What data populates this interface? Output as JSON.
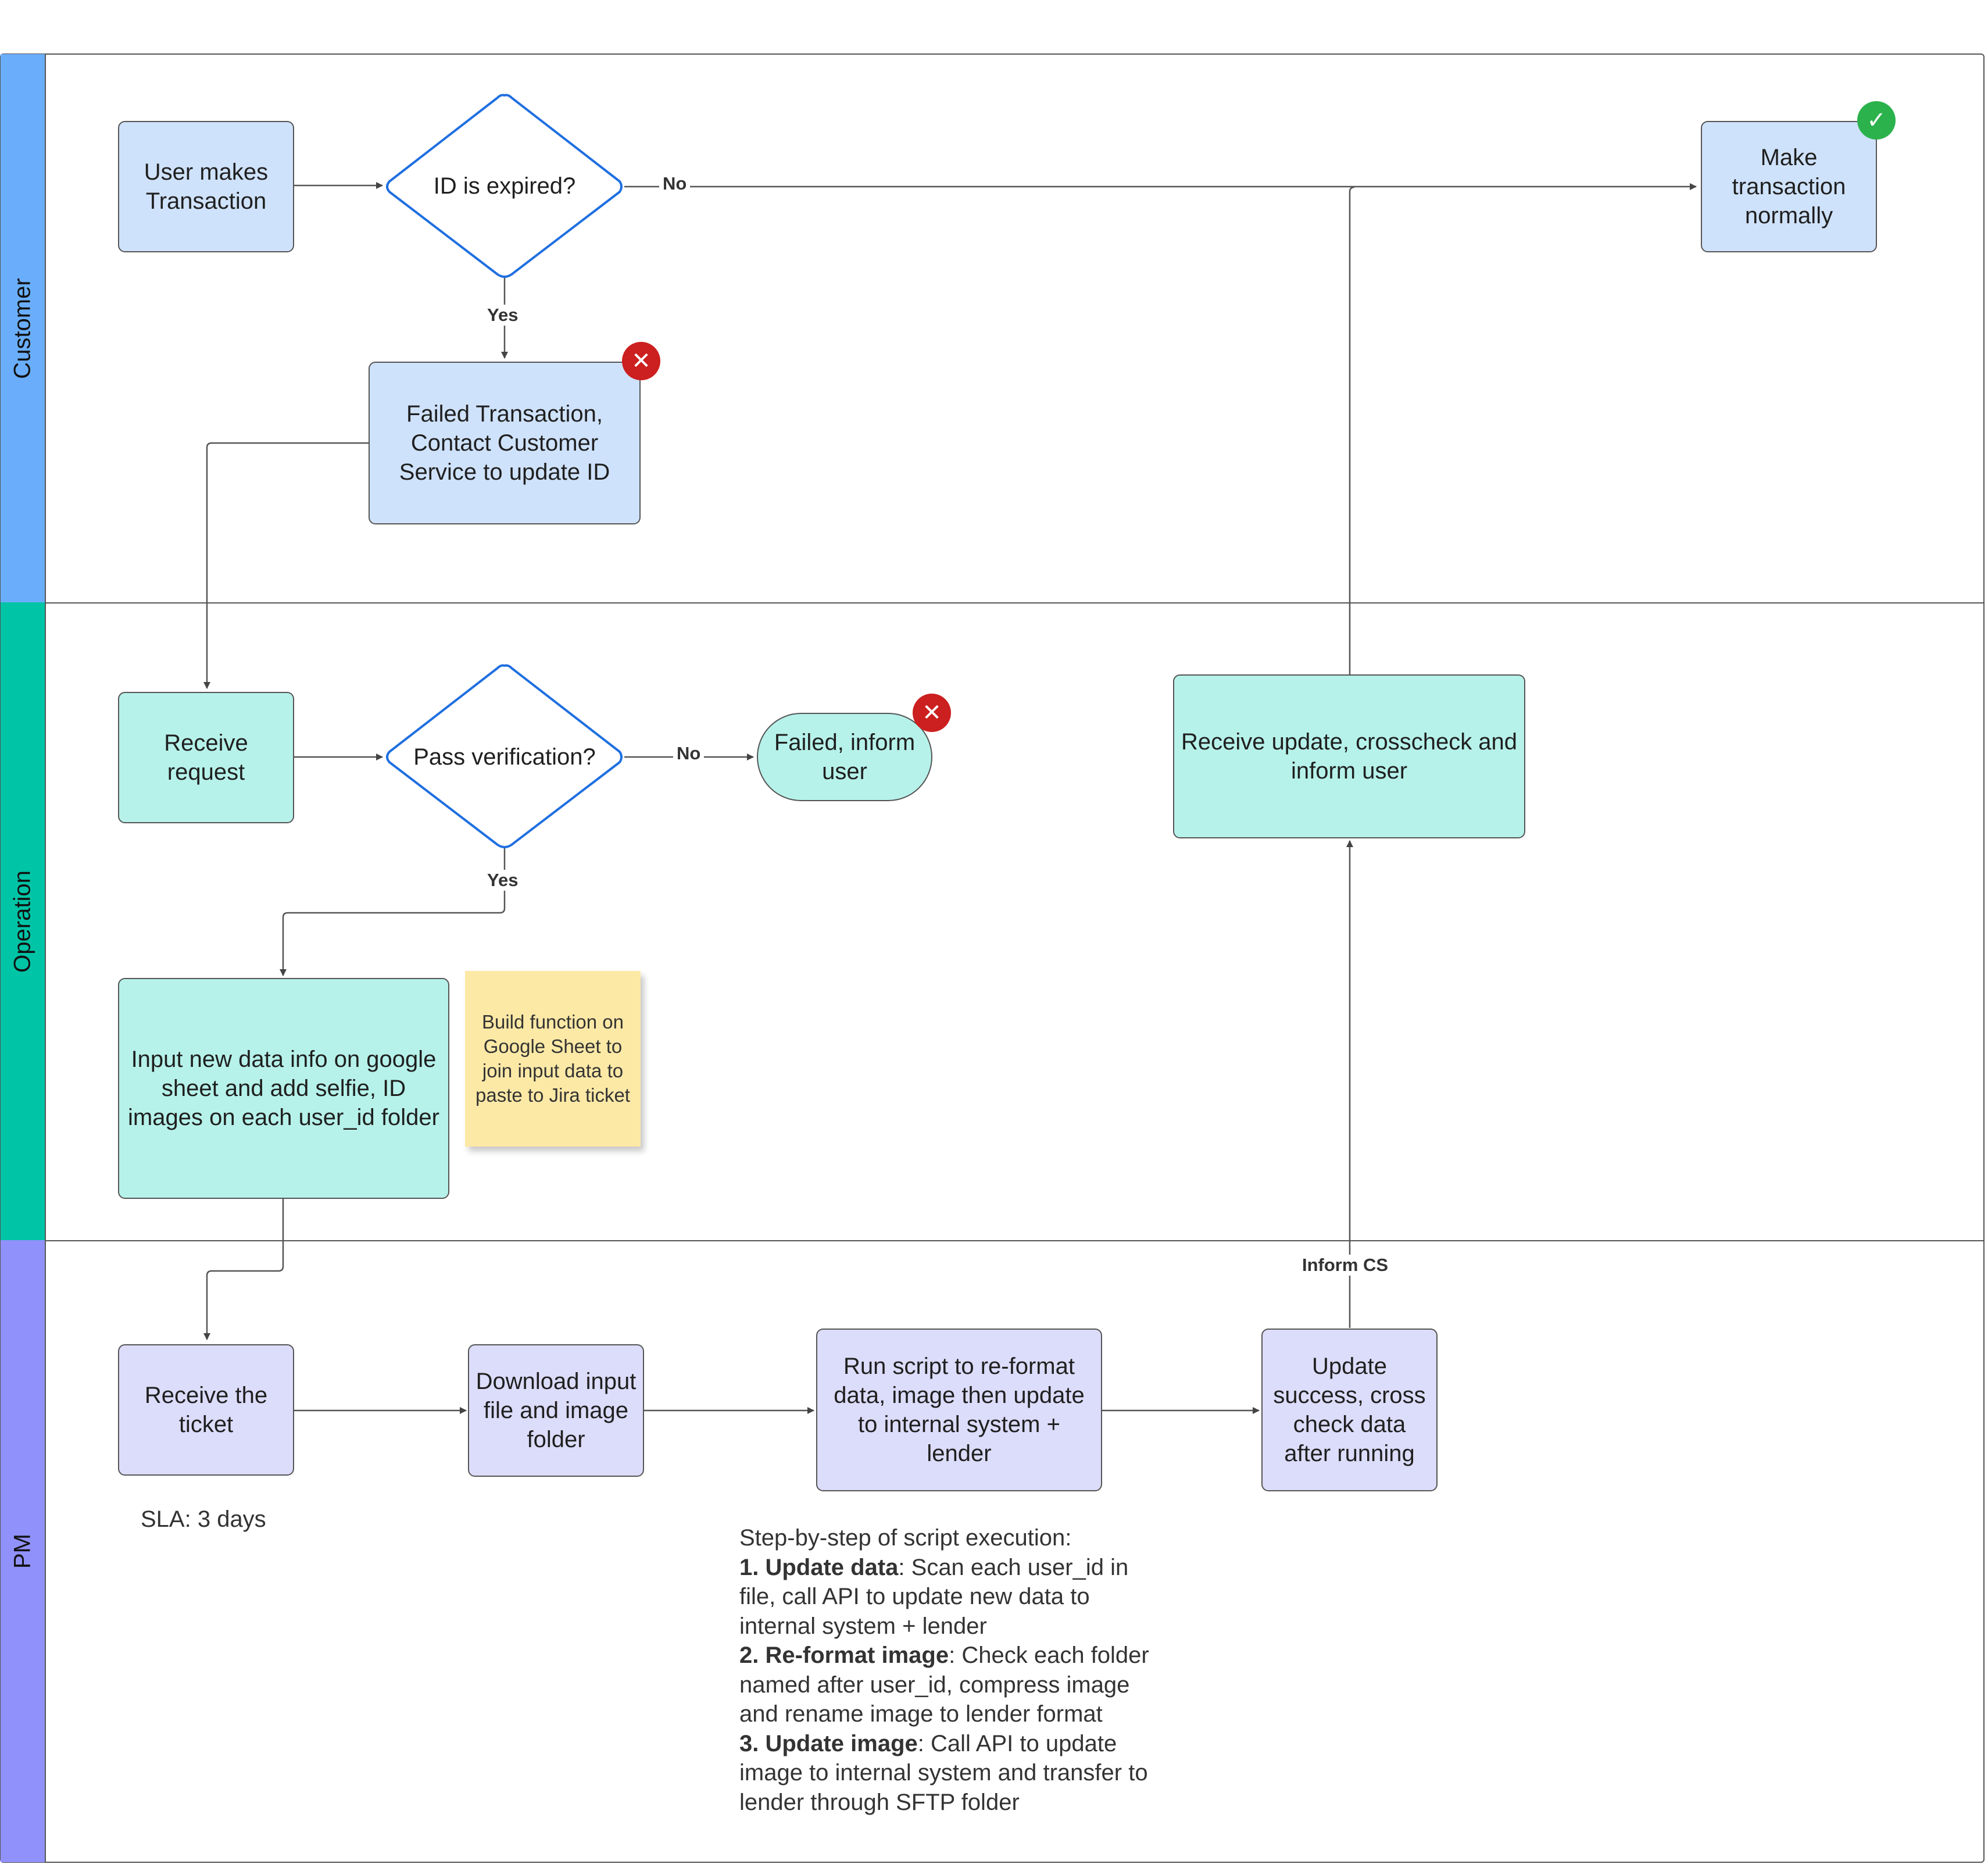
{
  "lanes": [
    {
      "label": "Customer",
      "color": "#6aaefb"
    },
    {
      "label": "Operation",
      "color": "#00c4a6"
    },
    {
      "label": "PM",
      "color": "#9191fb"
    }
  ],
  "nodes": {
    "user_makes_transaction": "User makes Transaction",
    "id_expired": "ID is expired?",
    "failed_transaction": "Failed Transaction, Contact Customer Service to update ID",
    "make_transaction": "Make transaction normally",
    "receive_request": "Receive request",
    "pass_verification": "Pass verification?",
    "failed_inform": "Failed, inform user",
    "receive_update": "Receive update, crosscheck and inform user",
    "input_data": "Input new data info on google sheet and add selfie, ID images on each user_id folder",
    "receive_ticket": "Receive the ticket",
    "download_input": "Download input file and image folder",
    "run_script": "Run script to re-format data, image then update to internal system + lender",
    "update_success": "Update success, cross check data after running"
  },
  "edge_labels": {
    "no_1": "No",
    "yes_1": "Yes",
    "no_2": "No",
    "yes_2": "Yes",
    "inform_cs": "Inform CS"
  },
  "sticky_note": "Build function on Google Sheet to join input data to paste to Jira ticket",
  "sla": "SLA: 3 days",
  "script_steps": {
    "heading": "Step-by-step of script execution:",
    "steps": [
      {
        "title": "1. Update data",
        "text": ": Scan each user_id in file, call API to update new data to internal system + lender"
      },
      {
        "title": "2. Re-format image",
        "text": ": Check each folder named after user_id, compress image and rename image to lender format"
      },
      {
        "title": "3. Update image",
        "text": ": Call API to update image to internal system and transfer to lender through SFTP folder"
      }
    ]
  },
  "badges": {
    "error_icon": "x-circle",
    "success_icon": "check-circle"
  },
  "colors": {
    "customer_fill": "#cfe2fb",
    "operation_fill": "#b6f2ea",
    "pm_fill": "#dcdcfb",
    "diamond_stroke": "#1f6fe0",
    "error": "#cc1f1f",
    "success": "#2bb24c",
    "sticky": "#fde9a6"
  }
}
